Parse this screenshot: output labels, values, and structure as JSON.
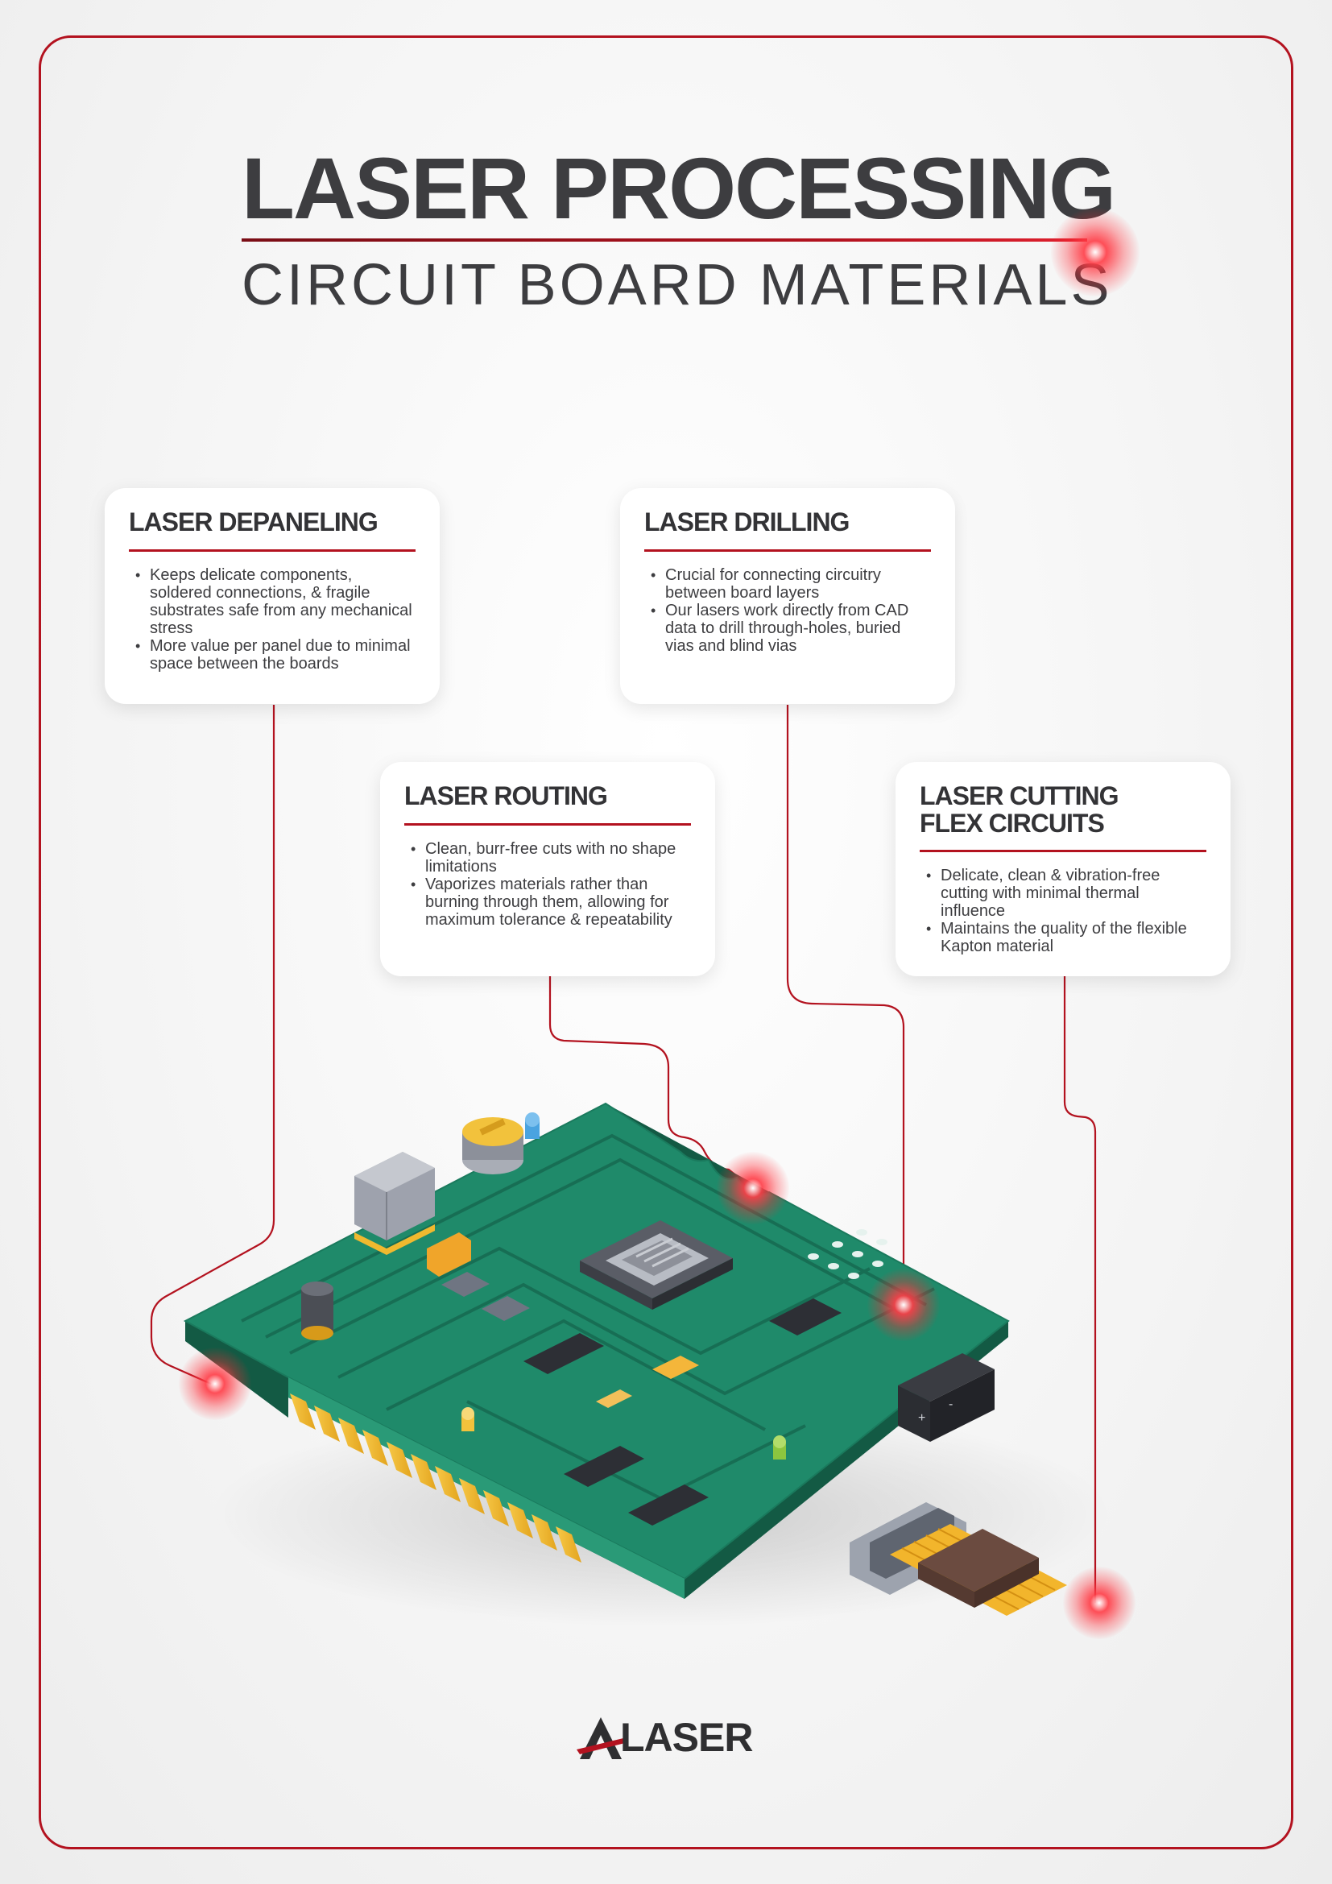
{
  "header": {
    "title": "LASER PROCESSING",
    "subtitle": "CIRCUIT BOARD MATERIALS"
  },
  "cards": {
    "depaneling": {
      "title": "LASER DEPANELING",
      "bullets": [
        "Keeps delicate components, soldered connections, & fragile substrates safe from any mechanical stress",
        "More value per panel due to minimal space between the boards"
      ]
    },
    "drilling": {
      "title": "LASER DRILLING",
      "bullets": [
        "Crucial for connecting circuitry between board layers",
        "Our lasers work directly from CAD data to drill through-holes, buried vias and blind vias"
      ]
    },
    "routing": {
      "title": "LASER ROUTING",
      "bullets": [
        "Clean, burr-free cuts with no shape limitations",
        "Vaporizes materials rather than burning through them, allowing for maximum tolerance & repeatability"
      ]
    },
    "cutting": {
      "title": "LASER CUTTING FLEX CIRCUITS",
      "bullets": [
        "Delicate, clean & vibration-free cutting with minimal thermal influence",
        "Maintains the quality of the flexible Kapton material"
      ]
    }
  },
  "board": {
    "battery_plus": "+",
    "battery_minus": "-"
  },
  "logo": {
    "text": "LASER"
  },
  "colors": {
    "accent": "#b3121f",
    "board": "#1f8a6a",
    "board_edge": "#176b52",
    "text": "#3d3d40"
  }
}
